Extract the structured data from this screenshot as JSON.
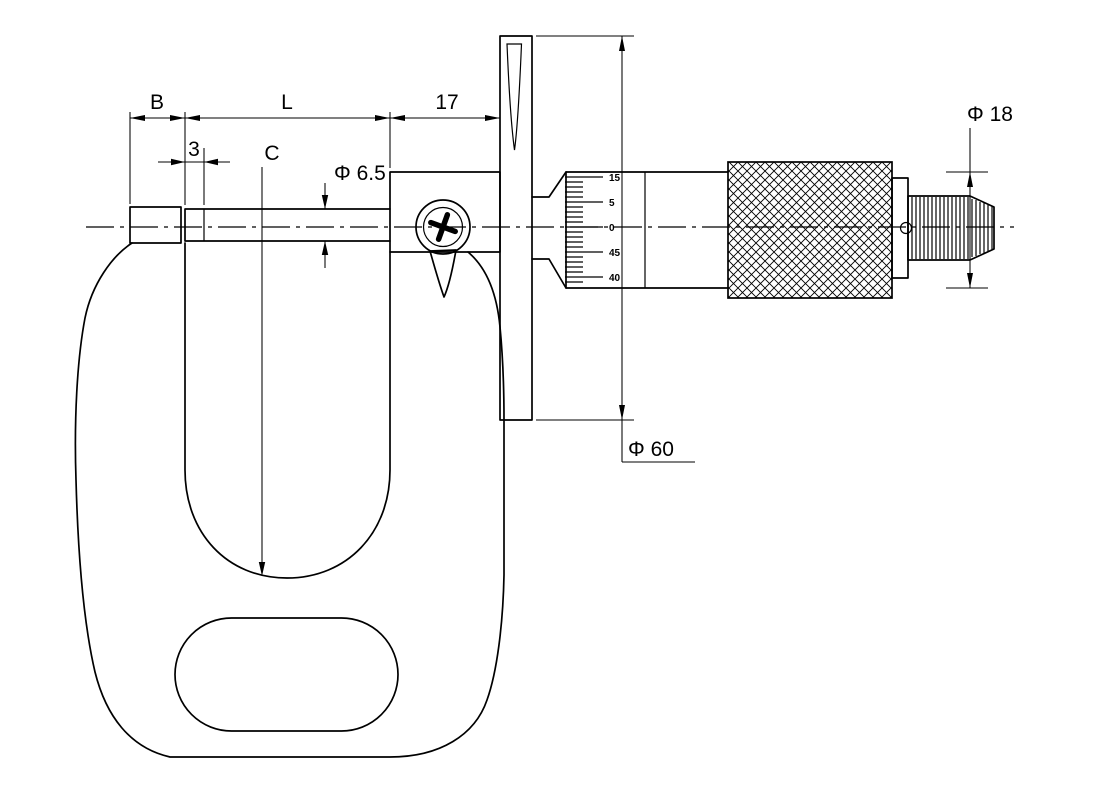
{
  "labels": {
    "b": "B",
    "l": "L",
    "seventeen": "17",
    "three": "3",
    "c": "C",
    "dia_spindle": "Φ 6.5",
    "dia_flange": "Φ 60",
    "dia_thimble": "Φ 18"
  },
  "thimble_scale": [
    "15",
    "5",
    "0",
    "45",
    "40"
  ],
  "colors": {
    "line": "#000000",
    "background": "#ffffff"
  }
}
